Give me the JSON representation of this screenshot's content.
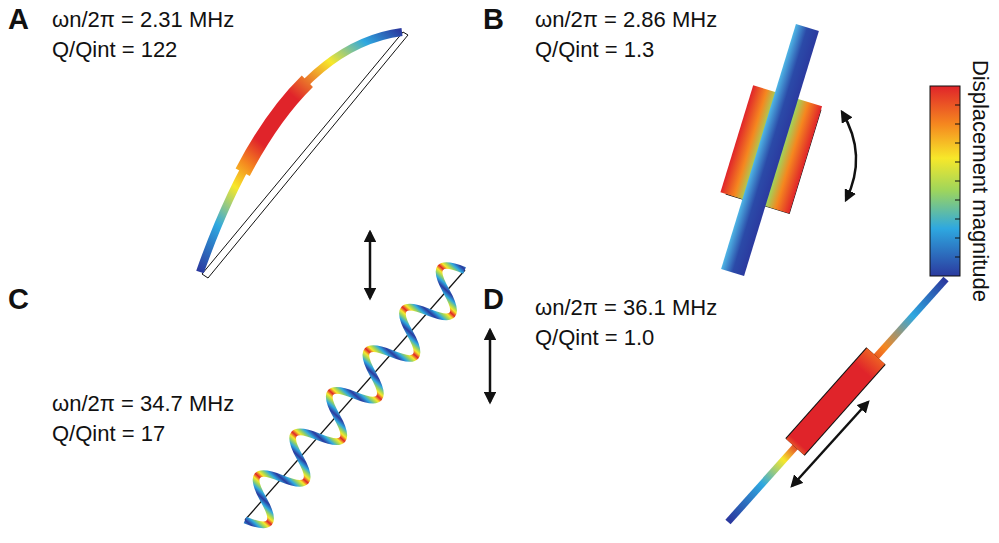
{
  "diagram": {
    "labels": [
      "A",
      "ωn/2π = 2.31 MHz",
      "Q/Qint = 122",
      "B",
      "ωn/2π = 2.86 MHz",
      "Q/Qint = 1.3",
      "C",
      "ωn/2π = 34.7 MHz",
      "Q/Qint = 17",
      "D",
      "ωn/2π = 36.1 MHz",
      "Q/Qint = 1.0",
      "Displacement magnitude"
    ]
  }
}
